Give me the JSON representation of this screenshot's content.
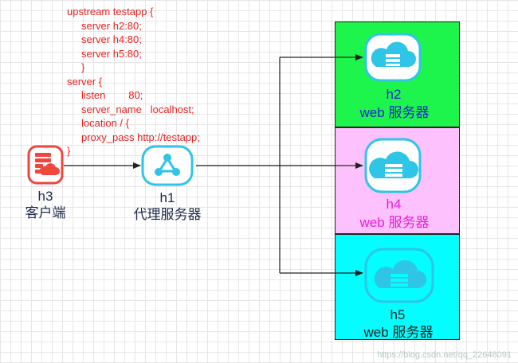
{
  "config_lines": [
    "upstream testapp {",
    "server h2:80;",
    "server h4:80;",
    "server h5:80;",
    "}",
    "server {",
    "listen        80;",
    "server_name   localhost;",
    "location / {",
    "proxy_pass http://testapp;",
    "}"
  ],
  "nodes": {
    "h3": {
      "name": "h3",
      "role": "客户端"
    },
    "h1": {
      "name": "h1",
      "role": "代理服务器"
    },
    "h2": {
      "name": "h2",
      "role": "web 服务器"
    },
    "h4": {
      "name": "h4",
      "role": "web 服务器"
    },
    "h5": {
      "name": "h5",
      "role": "web 服务器"
    }
  },
  "colors": {
    "config_text": "#e8211f",
    "client_icon": "#f0463e",
    "server_icon": "#2ec5e6",
    "panel_top": "#1ef54c",
    "panel_mid": "#fdc2fd",
    "panel_bottom": "#04fdfe"
  },
  "icons": {
    "client": "server-rack-cloud-icon",
    "proxy": "share-network-icon",
    "web": "cloud-server-icon"
  },
  "watermark": "https://blog.csdn.net/qq_22648091"
}
